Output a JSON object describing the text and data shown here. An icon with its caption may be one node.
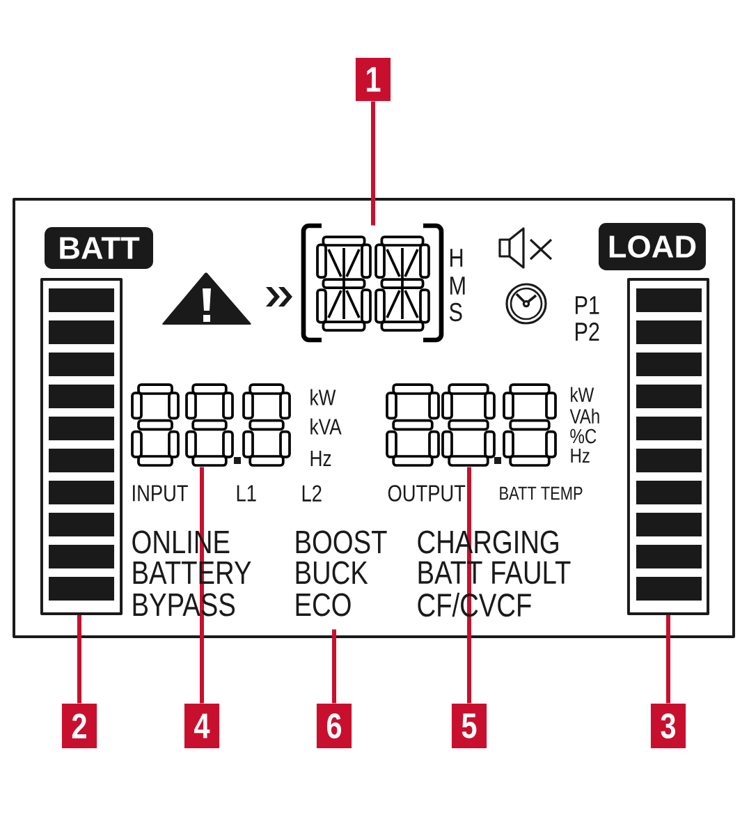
{
  "diagram": {
    "nodes": [
      {
        "text": [
          "1"
        ]
      },
      {
        "text": [],
        "shape": "box"
      },
      {
        "text": [],
        "shape": "box"
      },
      {
        "text": [],
        "shape": "box"
      },
      {
        "text": [],
        "shape": "box"
      },
      {
        "text": [],
        "shape": "box"
      },
      {
        "text": [
          "2"
        ]
      },
      {
        "text": [
          "4"
        ]
      },
      {
        "text": [
          "6"
        ]
      },
      {
        "text": [
          "5"
        ]
      },
      {
        "text": [
          "3"
        ]
      }
    ],
    "edges": [
      {
        "from": 0,
        "to": 1,
        "arrow": "none"
      },
      {
        "from": 6,
        "to": 2,
        "arrow": "none"
      },
      {
        "from": 7,
        "to": 3,
        "arrow": "none"
      },
      {
        "from": 8,
        "to": null,
        "arrow": "none"
      },
      {
        "from": 9,
        "to": 4,
        "arrow": "none"
      },
      {
        "from": 10,
        "to": 5,
        "arrow": "none"
      }
    ],
    "labels": [
      "BATT",
      "LOAD",
      "H",
      "M",
      "S",
      "P1",
      "P2",
      "kW",
      "kVA",
      "Hz",
      "kW",
      "VAh",
      "%C",
      "Hz",
      "INPUT",
      "L1",
      "L2",
      "OUTPUT",
      "BATT TEMP",
      "ONLINE",
      "BOOST",
      "CHARGING",
      "BATTERY",
      "BUCK",
      "BATT FAULT",
      "BYPASS",
      "ECO",
      "CF/CVCF"
    ]
  }
}
